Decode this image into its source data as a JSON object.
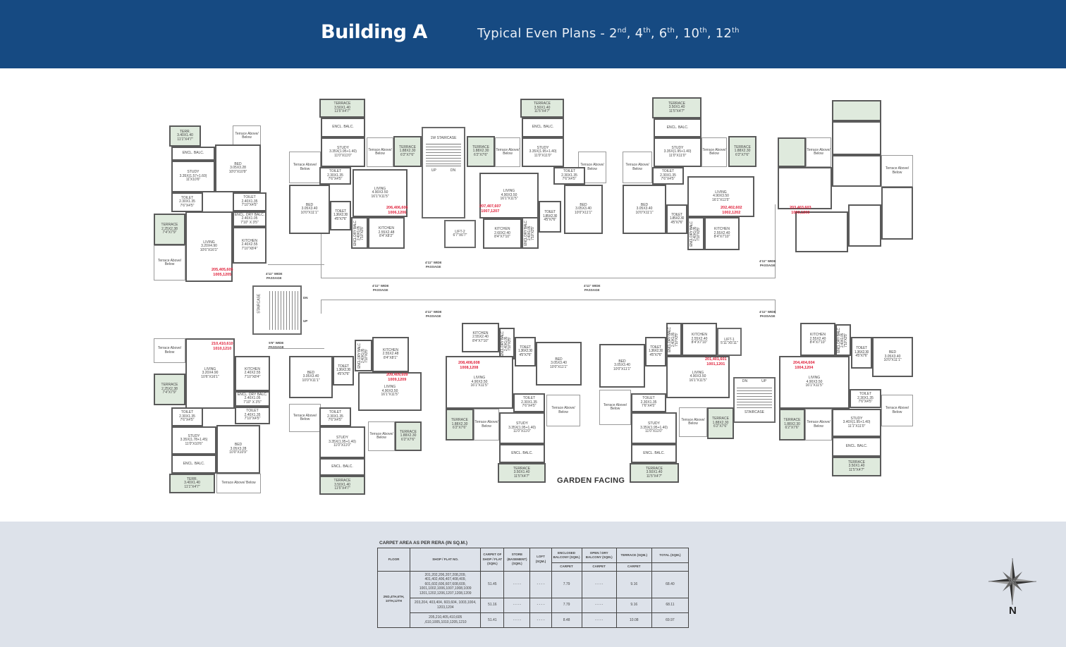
{
  "header": {
    "building": "Building A",
    "subtitle_prefix": "Typical Even Plans - ",
    "floors": [
      {
        "num": "2",
        "suffix": "nd"
      },
      {
        "num": "4",
        "suffix": "th"
      },
      {
        "num": "6",
        "suffix": "th"
      },
      {
        "num": "10",
        "suffix": "th"
      },
      {
        "num": "12",
        "suffix": "th"
      }
    ]
  },
  "plan": {
    "garden_label": "GARDEN FACING",
    "passages": [
      "4'11\" WIDE",
      "PASSAGE",
      "5'5\" WIDE"
    ],
    "cores": {
      "staircase_1w": "1W STAIRCASE",
      "staircase": "STAIRCASE",
      "up": "UP",
      "dn": "DN",
      "lift2": "LIFT-2",
      "lift2_size": "6'7\"X6'7\"",
      "lift1": "LIFT-1",
      "lift1_size": "5'11\"X5'11\""
    },
    "units": [
      {
        "flat_nos": [
          "205,405,605",
          "1005,1205"
        ],
        "rooms": [
          {
            "label": "TERR.",
            "m": "3.40X1.40",
            "ft": "11'1\"X4'7\""
          },
          {
            "label": "Terrace Above/ Below"
          },
          {
            "label": "ENCL. BALC."
          },
          {
            "label": "STUDY",
            "m": "3.35X(1.57+1.60)",
            "ft": "11'X10'6\""
          },
          {
            "label": "BED",
            "m": "3.05X3.28",
            "ft": "10'0\"X10'9\""
          },
          {
            "label": "TOILET",
            "m": "2.30X1.35",
            "ft": "7'6\"X4'5\""
          },
          {
            "label": "TOILET",
            "m": "2.40X1.35",
            "ft": "7'10\"X4'5\""
          },
          {
            "label": "ENCL. DRY BALC.",
            "m": "2.40X1.05",
            "ft": "7'10\" X 3'5\""
          },
          {
            "label": "KITCHEN",
            "m": "2.40X2.55",
            "ft": "7'10\"X8'4\""
          },
          {
            "label": "TERRACE",
            "m": "2.25X2.38",
            "ft": "7'4\"X7'9\""
          },
          {
            "label": "Terrace Above/ Below"
          },
          {
            "label": "LIVING",
            "m": "3.20X4.90",
            "ft": "10'6\"X16'1\""
          }
        ]
      },
      {
        "flat_nos": [
          "206,406,606",
          "1006,1206"
        ],
        "rooms": [
          {
            "label": "TERRACE",
            "m": "3.50X1.40",
            "ft": "11'5\"X4'7\""
          },
          {
            "label": "ENCL. BALC."
          },
          {
            "label": "STUDY",
            "m": "3.35X(1.95+1.40)",
            "ft": "11'0\"X11'0\""
          },
          {
            "label": "Terrace Above/ Below"
          },
          {
            "label": "TERRACE",
            "m": "1.88X2.30",
            "ft": "6'2\"X7'6\""
          },
          {
            "label": "Terrace Above/ Below"
          },
          {
            "label": "TOILET",
            "m": "2.30X1.35",
            "ft": "7'6\"X4'5\""
          },
          {
            "label": "BED",
            "m": "3.05X3.40",
            "ft": "10'0\"X11'1\""
          },
          {
            "label": "TOILET",
            "m": "1.36X2.30",
            "ft": "4'5\"X7'6\""
          },
          {
            "label": "ENCL DRY BALC",
            "m": "2.40X1.05",
            "ft": "7'10\"X3'5\""
          },
          {
            "label": "KITCHEN",
            "m": "2.55X2.48",
            "ft": "8'4\"X8'2\""
          },
          {
            "label": "LIVING",
            "m": "4.90X3.50",
            "ft": "16'1\"X11'5\""
          }
        ]
      },
      {
        "flat_nos": [
          "207,407,607",
          "1007,1207"
        ],
        "rooms": [
          {
            "label": "TERRACE",
            "m": "3.50X1.40",
            "ft": "11'5\"X4'7\""
          },
          {
            "label": "ENCL. BALC."
          },
          {
            "label": "STUDY",
            "m": "3.35X(1.95+1.40)",
            "ft": "11'0\"X11'0\""
          },
          {
            "label": "TERRACE",
            "m": "1.88X2.30",
            "ft": "6'2\"X7'6\""
          },
          {
            "label": "Terrace Above/ Below"
          },
          {
            "label": "Terrace Above/ Below"
          },
          {
            "label": "TOILET",
            "m": "2.30X1.35",
            "ft": "7'6\"X4'5\""
          },
          {
            "label": "BED",
            "m": "3.05X3.40",
            "ft": "10'0\"X11'1\""
          },
          {
            "label": "TOILET",
            "m": "1.85X2.30",
            "ft": "4'5\"X7'6\""
          },
          {
            "label": "KITCHEN",
            "m": "2.60X2.40",
            "ft": "8'4\"X7'10\""
          },
          {
            "label": "ENCL DRY BALC",
            "m": "2.40X1.05",
            "ft": "7'10\"X3'5\""
          },
          {
            "label": "LIVING",
            "m": "4.90X3.50",
            "ft": "16'1\"X11'5\""
          }
        ]
      },
      {
        "flat_nos": [
          "202,402,602",
          "1002,1202"
        ],
        "rooms": [
          {
            "label": "TERRACE",
            "m": "3.50X1.40",
            "ft": "11'5\"X4'7\""
          },
          {
            "label": "ENCL. BALC."
          },
          {
            "label": "STUDY",
            "m": "3.35X(1.95+1.40)",
            "ft": "11'0\"X11'0\""
          },
          {
            "label": "Terrace Above/ Below"
          },
          {
            "label": "TERRACE",
            "m": "1.88X2.30",
            "ft": "6'2\"X7'6\""
          },
          {
            "label": "Terrace Above/ Below"
          },
          {
            "label": "TOILET",
            "m": "2.30X1.35",
            "ft": "7'6\"X4'5\""
          },
          {
            "label": "BED",
            "m": "3.05X3.40",
            "ft": "10'0\"X11'1\""
          },
          {
            "label": "TOILET",
            "m": "1.85X2.30",
            "ft": "4'5\"X7'6\""
          },
          {
            "label": "ENCL DRY BALC",
            "m": "2.40X1.05",
            "ft": "7'10\"X3'5\""
          },
          {
            "label": "KITCHEN",
            "m": "2.55X2.40",
            "ft": "8'4\"X7'10\""
          },
          {
            "label": "LIVING",
            "m": "4.90X3.50",
            "ft": "16'1\"X11'5\""
          }
        ]
      },
      {
        "flat_nos": [
          "203,403,603",
          "1003,1203"
        ],
        "rooms": [
          {
            "label": "Terrace Above/ Below"
          },
          {
            "label": "Terrace Above/ Below"
          }
        ]
      },
      {
        "flat_nos": [
          "210,410,610",
          "1010,1210"
        ],
        "rooms": [
          {
            "label": "Terrace Above/ Below"
          },
          {
            "label": "TERRACE",
            "m": "2.25X2.38",
            "ft": "7'4\"X7'9\""
          },
          {
            "label": "LIVING",
            "m": "3.20X4.90",
            "ft": "10'6\"X16'1\""
          },
          {
            "label": "KITCHEN",
            "m": "2.40X2.55",
            "ft": "7'10\"X8'4\""
          },
          {
            "label": "ENCL. DRY BALC.",
            "m": "2.40X1.05",
            "ft": "7'10\" X 3'5\""
          },
          {
            "label": "TOILET",
            "m": "2.40X1.35",
            "ft": "7'10\"X4'5\""
          },
          {
            "label": "TOILET",
            "m": "2.30X1.35",
            "ft": "7'6\"X4'5\""
          },
          {
            "label": "STUDY",
            "m": "3.35X(1.78+1.45)",
            "ft": "11'0\"X10'6\""
          },
          {
            "label": "ENCL. BALC."
          },
          {
            "label": "BED",
            "m": "3.05X3.28",
            "ft": "10'0\"X10'9\""
          },
          {
            "label": "TERR.",
            "m": "3.40X1.40",
            "ft": "11'1\"X4'7\""
          },
          {
            "label": "Terrace Above/ Below"
          }
        ]
      },
      {
        "flat_nos": [
          "209,409,609",
          "1009,1209"
        ],
        "rooms": [
          {
            "label": "BED",
            "m": "3.05X3.40",
            "ft": "10'0\"X11'1\""
          },
          {
            "label": "TOILET",
            "m": "1.36X2.30",
            "ft": "4'5\"X7'6\""
          },
          {
            "label": "ENCL DRY BALC",
            "m": "2.40X1.05",
            "ft": "7'10\"X3'5\""
          },
          {
            "label": "KITCHEN",
            "m": "2.55X2.48",
            "ft": "8'4\"X8'1\""
          },
          {
            "label": "LIVING",
            "m": "4.90X3.50",
            "ft": "16'1\"X11'5\""
          },
          {
            "label": "Terrace Above/ Below"
          },
          {
            "label": "TOILET",
            "m": "2.30X1.35",
            "ft": "7'6\"X4'5\""
          },
          {
            "label": "STUDY",
            "m": "3.35X(1.95+1.40)",
            "ft": "11'0\"X11'0\""
          },
          {
            "label": "ENCL. BALC."
          },
          {
            "label": "TERRACE",
            "m": "3.50X1.40",
            "ft": "11'5\"X4'7\""
          },
          {
            "label": "Terrace Above/ Below"
          },
          {
            "label": "TERRACE",
            "m": "1.88X2.30",
            "ft": "6'2\"X7'6\""
          }
        ]
      },
      {
        "flat_nos": [
          "208,408,608",
          "1008,1208"
        ],
        "rooms": [
          {
            "label": "KITCHEN",
            "m": "2.55X2.40",
            "ft": "8'4\"X7'10\""
          },
          {
            "label": "ENCL DRY BALC",
            "m": "2.40X1.05",
            "ft": "7'10\"X3'5\""
          },
          {
            "label": "TOILET",
            "m": "1.36X2.30",
            "ft": "4'5\"X7'6\""
          },
          {
            "label": "BED",
            "m": "3.05X3.40",
            "ft": "10'0\"X11'1\""
          },
          {
            "label": "LIVING",
            "m": "4.90X3.50",
            "ft": "16'1\"X11'5\""
          },
          {
            "label": "TOILET",
            "m": "2.30X1.35",
            "ft": "7'6\"X4'5\""
          },
          {
            "label": "Terrace Above/ Below"
          },
          {
            "label": "TERRACE",
            "m": "1.88X2.30",
            "ft": "6'2\"X7'6\""
          },
          {
            "label": "Terrace Above/ Below"
          },
          {
            "label": "STUDY",
            "m": "3.35X(1.95+1.40)",
            "ft": "11'0\"X11'0\""
          },
          {
            "label": "ENCL. BALC."
          },
          {
            "label": "TERRACE",
            "m": "3.50X1.40",
            "ft": "11'5\"X4'7\""
          }
        ]
      },
      {
        "flat_nos": [
          "201,401,601",
          "1001,1201"
        ],
        "rooms": [
          {
            "label": "BED",
            "m": "3.05X3.40",
            "ft": "10'0\"X11'1\""
          },
          {
            "label": "TOILET",
            "m": "1.36X2.30",
            "ft": "4'5\"X7'6\""
          },
          {
            "label": "ENCL DRY BALC",
            "m": "2.40X1.05",
            "ft": "7'10\"X3'5\""
          },
          {
            "label": "KITCHEN",
            "m": "2.55X2.40",
            "ft": "8'4\"X7'10\""
          },
          {
            "label": "LIVING",
            "m": "4.90X3.50",
            "ft": "16'1\"X11'5\""
          },
          {
            "label": "Terrace Above/ Below"
          },
          {
            "label": "TOILET",
            "m": "2.30X1.35",
            "ft": "7'6\"X4'5\""
          },
          {
            "label": "STUDY",
            "m": "3.35X(1.95+1.40)",
            "ft": "11'0\"X11'0\""
          },
          {
            "label": "ENCL. BALC."
          },
          {
            "label": "TERRACE",
            "m": "3.50X1.40",
            "ft": "11'5\"X4'7\""
          },
          {
            "label": "Terrace Above/ Below"
          },
          {
            "label": "TERRACE",
            "m": "1.88X2.30",
            "ft": "6'2\"X7'6\""
          }
        ]
      },
      {
        "flat_nos": [
          "204,404,604",
          "1004,1204"
        ],
        "rooms": [
          {
            "label": "KITCHEN",
            "m": "2.55X2.40",
            "ft": "8'4\"X7'10\""
          },
          {
            "label": "ENCL DRY BALC",
            "m": "2.40X1.05",
            "ft": "7'10\"X3'5\""
          },
          {
            "label": "TOILET",
            "m": "1.36X2.30",
            "ft": "4'5\"X7'6\""
          },
          {
            "label": "BED",
            "m": "3.05X3.40",
            "ft": "10'0\"X11'1\""
          },
          {
            "label": "LIVING",
            "m": "4.90X3.50",
            "ft": "16'1\"X11'5\""
          },
          {
            "label": "TOILET",
            "m": "2.30X1.35",
            "ft": "7'6\"X4'5\""
          },
          {
            "label": "Terrace Above/ Below"
          },
          {
            "label": "TERRACE",
            "m": "1.88X2.30",
            "ft": "6'2\"X7'6\""
          },
          {
            "label": "Terrace Above/ Below"
          },
          {
            "label": "STUDY",
            "m": "3.40X(1.95+1.40)",
            "ft": "11'1\"X11'0\""
          },
          {
            "label": "ENCL. BALC."
          },
          {
            "label": "TERRACE",
            "m": "3.50X1.40",
            "ft": "11'5\"X4'7\""
          }
        ]
      }
    ]
  },
  "table": {
    "title": "CARPET AREA AS PER RERA (IN SQ.M.)",
    "headers": {
      "floor": "FLOOR",
      "flat_no": "SHOP / FLAT NO.",
      "carpet": "CARPET OF SHOP / FLAT (SQM.)",
      "store": "STORE (BASEMENT) (SQM.)",
      "loft": "LOFT (SQM.)",
      "encl_balc": "ENCLOSED BALCONY (SQM.)",
      "open_balc": "OPEN / DRY BALCONY (SQM.)",
      "terrace": "TERRACE (SQM.)",
      "total": "TOTAL (SQM.)",
      "sub_carpet": "CARPET"
    },
    "floor_value": "2ND,4TH,6TH, 10TH,12TH",
    "rows": [
      {
        "flats": "201,202,206,207,208,209, 401,402,406,407,408,409, 601,602,606,607,608,609, 1001,1002,1006,1007,1008,1009 1201,1202,1206,1207,1208,1209",
        "carpet": "51.45",
        "store": "- - - -",
        "loft": "- - - -",
        "encl": "7.79",
        "open": "- - - -",
        "terrace": "9.16",
        "total": "68.40"
      },
      {
        "flats": "203,204, 403,404, 603,604, 1003,1004, 1203,1204",
        "carpet": "51.16",
        "store": "- - - -",
        "loft": "- - - -",
        "encl": "7.79",
        "open": "- - - -",
        "terrace": "9.16",
        "total": "68.11"
      },
      {
        "flats": "205,210,405,410,605 ,610,1005,1010,1205,1210",
        "carpet": "51.41",
        "store": "- - - -",
        "loft": "- - - -",
        "encl": "8.48",
        "open": "- - - -",
        "terrace": "10.08",
        "total": "69.97"
      }
    ]
  },
  "compass": {
    "north_label": "N"
  },
  "colors": {
    "header": "#164a82",
    "terrace": "#dfeadd",
    "flat_no": "#e0203a",
    "band": "#dde2ea"
  }
}
